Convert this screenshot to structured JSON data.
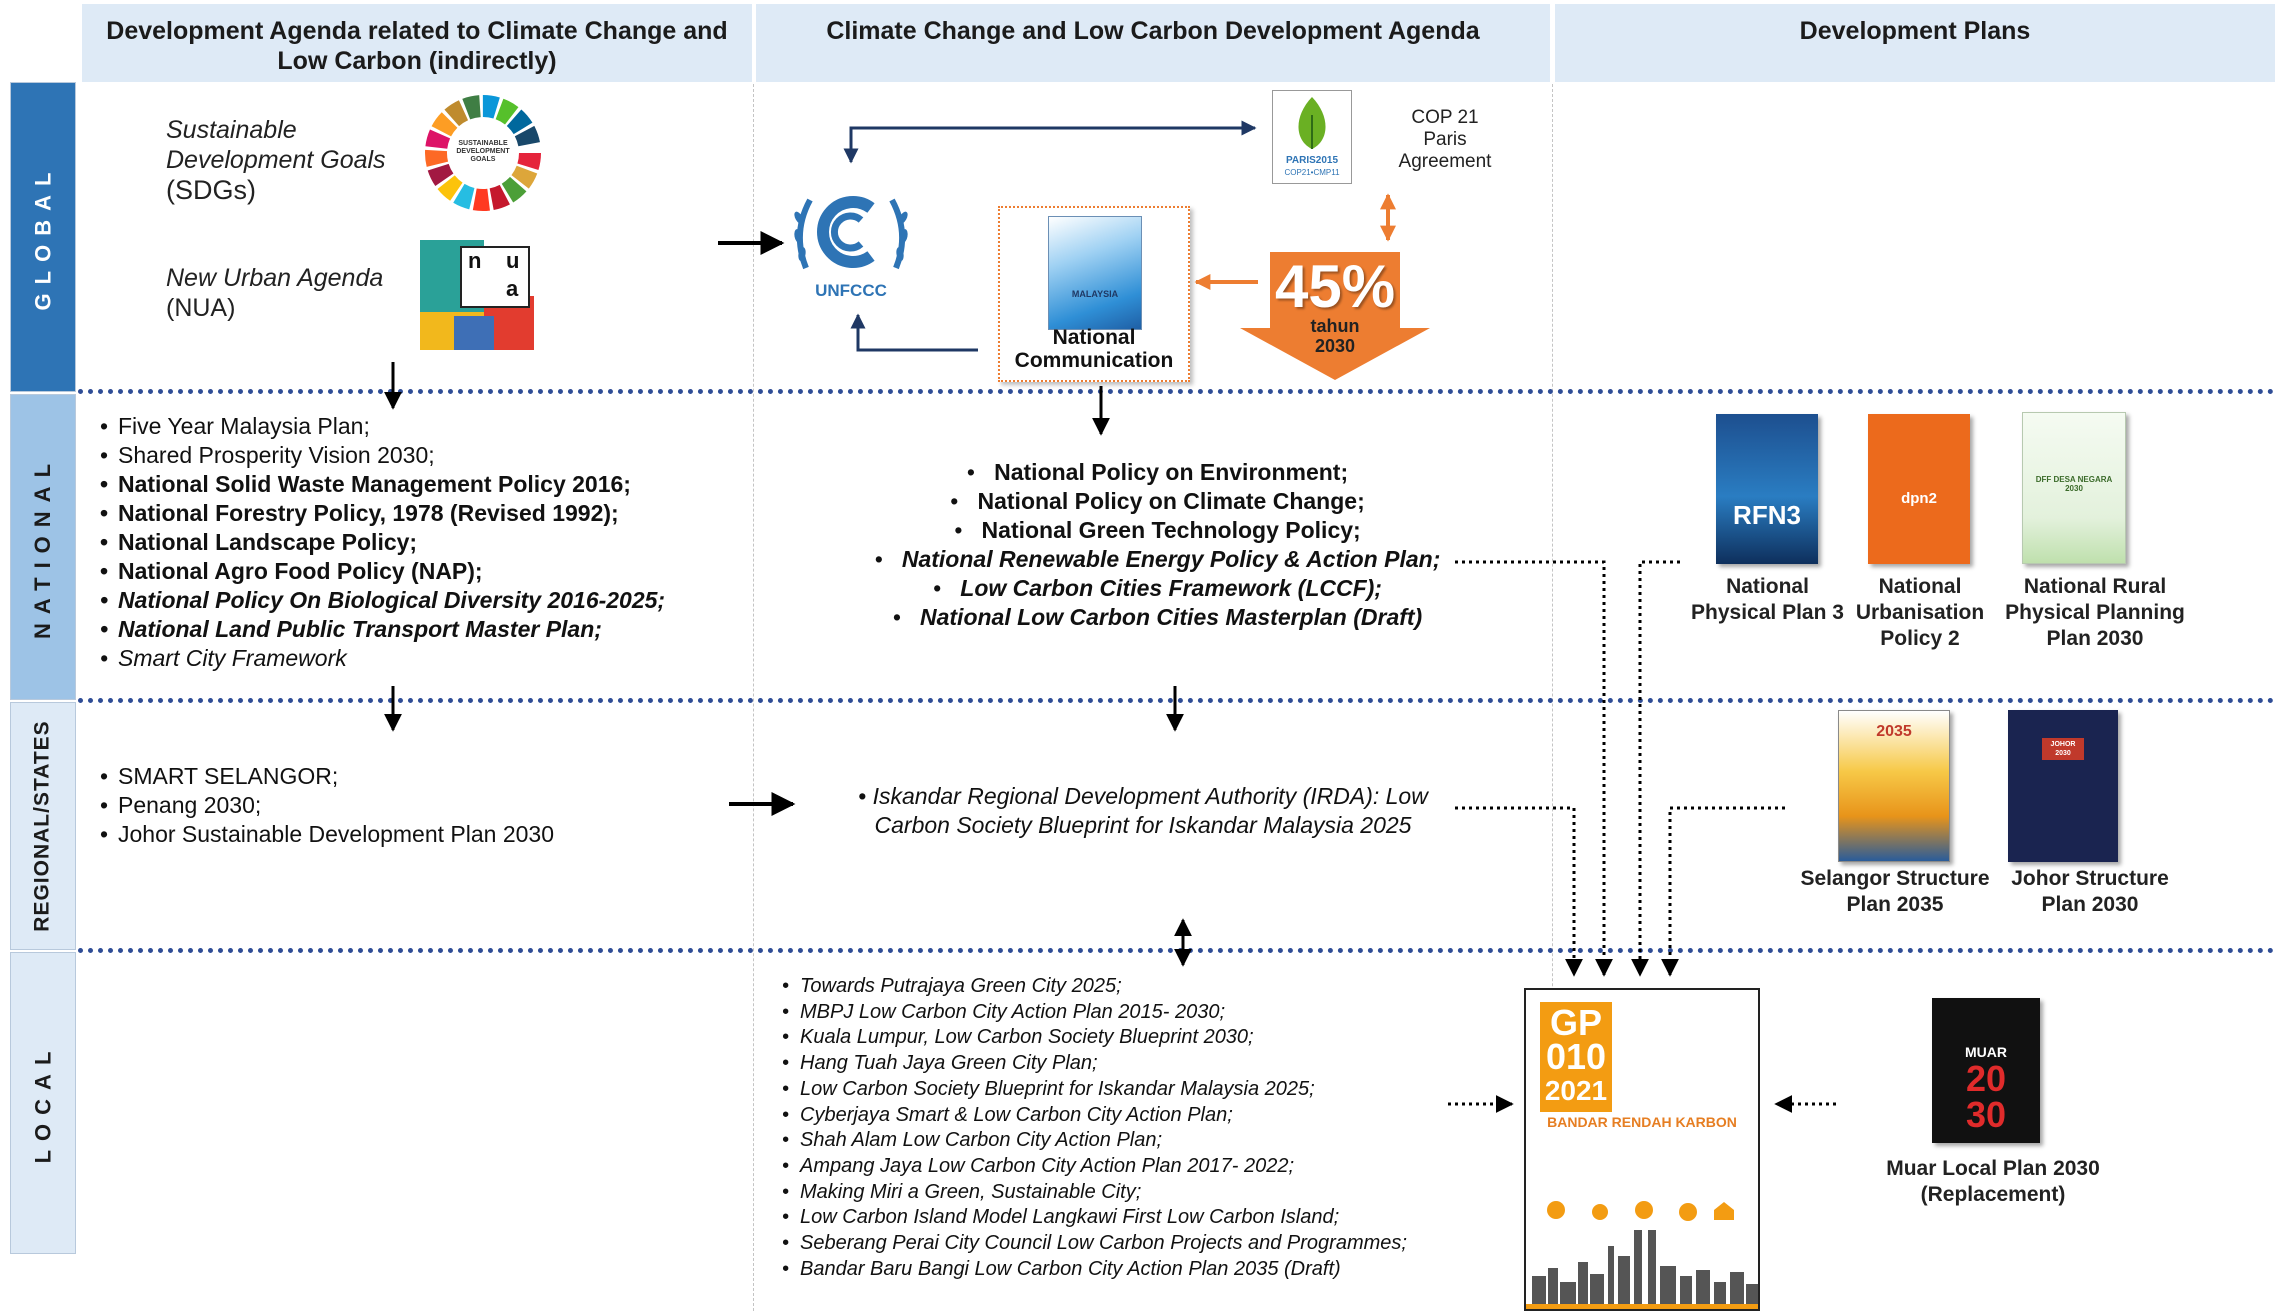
{
  "headers": {
    "col1": "Development Agenda related to Climate Change and Low Carbon (indirectly)",
    "col2": "Climate Change and Low Carbon Development Agenda",
    "col3": "Development Plans"
  },
  "rows": {
    "global": "GLOBAL",
    "national": "NATIONAL",
    "regional": "REGIONAL/STATES",
    "local": "LOCAL"
  },
  "global": {
    "sdg_line1": "Sustainable",
    "sdg_line2": "Development Goals",
    "sdg_line3": "(SDGs)",
    "sdg_logo_text": "SUSTAINABLE DEVELOPMENT GOALS",
    "nua_line1": "New Urban Agenda",
    "nua_line2": "(NUA)",
    "nua_letters": [
      "n",
      "u",
      "a"
    ],
    "unfccc": "UNFCCC",
    "paris_logo": "PARIS2015",
    "paris_logo_sub": "COP21•CMP11",
    "cop_line1": "COP 21",
    "cop_line2": "Paris",
    "cop_line3": "Agreement",
    "natcomm_book": "MALAYSIA",
    "natcomm_line1": "National",
    "natcomm_line2": "Communication",
    "pct": "45%",
    "pct_sub1": "tahun",
    "pct_sub2": "2030"
  },
  "national": {
    "left_items": [
      {
        "text": "Five Year Malaysia Plan;"
      },
      {
        "text": "Shared Prosperity Vision 2030;"
      },
      {
        "text": "National Solid Waste Management Policy 2016;"
      },
      {
        "text": "National Forestry Policy, 1978 (Revised 1992);"
      },
      {
        "text": "National Landscape Policy;"
      },
      {
        "text": "National Agro Food Policy (NAP);"
      },
      {
        "text": "National Policy On Biological Diversity 2016-2025;"
      },
      {
        "text": "National Land Public Transport Master Plan;"
      },
      {
        "text": "Smart City Framework"
      }
    ],
    "center_items": [
      "National Policy on Environment;",
      "National Policy on Climate Change;",
      "National Green Technology Policy;",
      "National Renewable Energy Policy & Action Plan;",
      "Low Carbon Cities Framework (LCCF);",
      "National Low Carbon Cities Masterplan (Draft)"
    ],
    "books": [
      {
        "cover": "RFN3",
        "caption": "National Physical Plan 3"
      },
      {
        "cover": "dpn2",
        "caption": "National Urbanisation Policy 2"
      },
      {
        "cover": "DFF DESA NEGARA 2030",
        "caption": "National Rural Physical Planning Plan 2030"
      }
    ]
  },
  "regional": {
    "left_items": [
      "SMART SELANGOR;",
      "Penang 2030;",
      "Johor Sustainable Development Plan 2030"
    ],
    "center_text": "• Iskandar Regional Development Authority (IRDA): Low Carbon Society Blueprint for Iskandar Malaysia 2025",
    "books": [
      {
        "cover": "2035",
        "caption": "Selangor Structure Plan 2035"
      },
      {
        "cover": "JOHOR 2030",
        "caption": "Johor Structure Plan 2030"
      }
    ]
  },
  "local": {
    "items": [
      "Towards Putrajaya Green City 2025;",
      "MBPJ Low Carbon City Action Plan 2015- 2030;",
      "Kuala Lumpur, Low Carbon Society Blueprint  2030;",
      "Hang Tuah Jaya Green City Plan;",
      "Low Carbon Society Blueprint for Iskandar Malaysia 2025;",
      "Cyberjaya Smart & Low Carbon City Action Plan;",
      "Shah Alam Low Carbon City Action Plan;",
      "Ampang Jaya Low Carbon City Action Plan 2017- 2022;",
      "Making Miri a Green, Sustainable City;",
      "Low Carbon Island Model Langkawi First Low Carbon Island;",
      "Seberang Perai City Council Low Carbon Projects and Programmes;",
      "Bandar Baru Bangi Low Carbon City Action Plan 2035 (Draft)"
    ],
    "gp_line1": "GP",
    "gp_line2": "010",
    "gp_line3": "2021",
    "gp_sub": "BANDAR RENDAH KARBON",
    "muar_top": "MUAR",
    "muar_year1": "20",
    "muar_year2": "30",
    "muar_caption": "Muar  Local Plan 2030 (Replacement)"
  },
  "colors": {
    "header_bg": "#deeaf6",
    "global_label": "#2e74b5",
    "national_label": "#9dc3e6",
    "regional_label": "#deeaf6",
    "local_label": "#deeaf6",
    "dotted_line": "#2f4d96",
    "orange": "#ed7d31",
    "navy_arrow": "#1f3864"
  }
}
